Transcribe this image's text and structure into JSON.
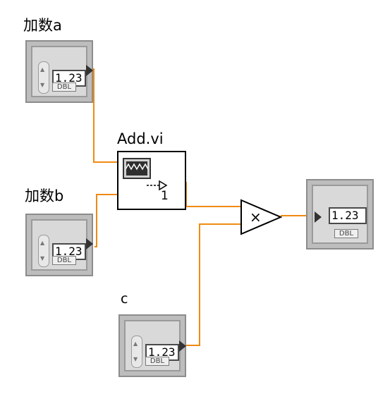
{
  "labels": {
    "addend_a": "加数a",
    "addend_b": "加数b",
    "c": "c",
    "subvi": "Add.vi"
  },
  "controls": {
    "a": {
      "value": "1.23",
      "type": "DBL"
    },
    "b": {
      "value": "1.23",
      "type": "DBL"
    },
    "c": {
      "value": "1.23",
      "type": "DBL"
    }
  },
  "indicator": {
    "value": "1.23",
    "type": "DBL"
  },
  "subvi": {
    "count": "1"
  },
  "multiply": {
    "symbol": "×"
  },
  "colors": {
    "wire": "#ff8a00",
    "frame": "#8c8c8c"
  },
  "icons": {
    "subvi_icon": "waveform-screen-icon",
    "multiply_icon": "multiply-triangle-icon"
  }
}
